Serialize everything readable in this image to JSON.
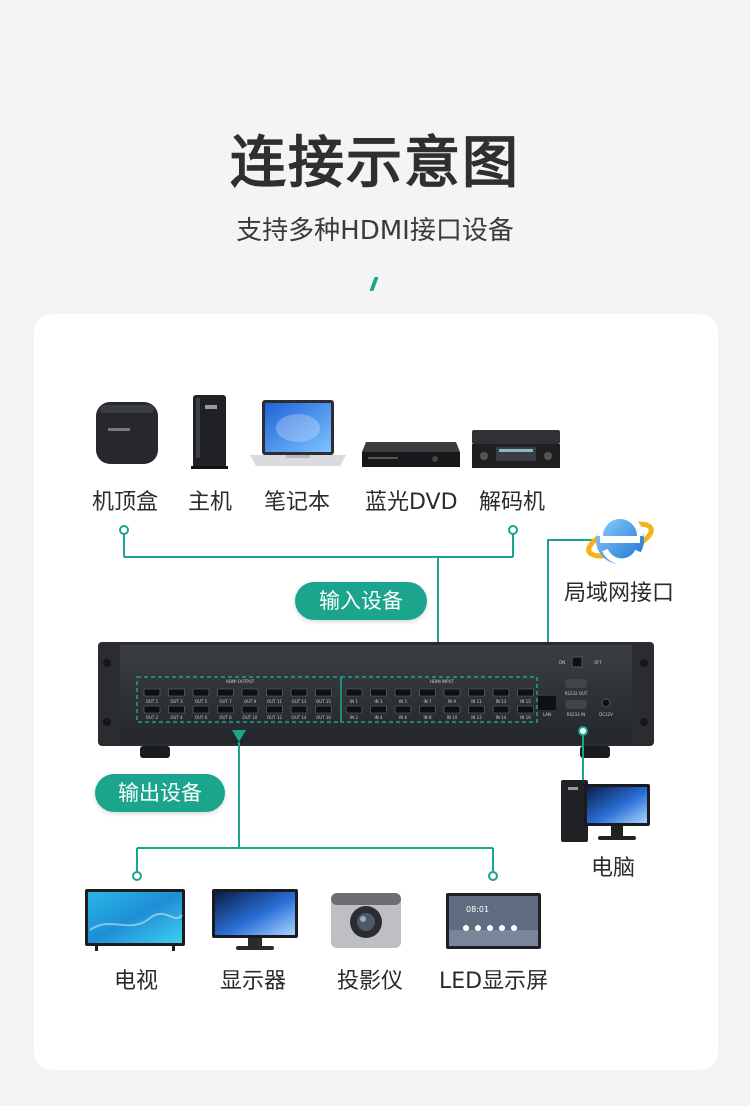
{
  "header": {
    "title": "连接示意图",
    "subtitle": "支持多种HDMI接口设备"
  },
  "input_section": {
    "badge": "输入设备",
    "devices": [
      {
        "label": "机顶盒",
        "icon": "set-top-box-icon"
      },
      {
        "label": "主机",
        "icon": "pc-tower-icon"
      },
      {
        "label": "笔记本",
        "icon": "laptop-icon"
      },
      {
        "label": "蓝光DVD",
        "icon": "bluray-player-icon"
      },
      {
        "label": "解码机",
        "icon": "decoder-icon"
      }
    ]
  },
  "lan": {
    "label": "局域网接口",
    "icon": "internet-explorer-icon"
  },
  "matrix": {
    "out_group_label": "HDMI OUTPUT",
    "in_group_label": "HDMI INPUT",
    "out_ports": [
      "OUT 1",
      "OUT 3",
      "OUT 5",
      "OUT 7",
      "OUT 9",
      "OUT 11",
      "OUT 13",
      "OUT 15",
      "OUT 2",
      "OUT 4",
      "OUT 6",
      "OUT 8",
      "OUT 10",
      "OUT 12",
      "OUT 14",
      "OUT 16"
    ],
    "in_ports": [
      "IN 1",
      "IN 3",
      "IN 5",
      "IN 7",
      "IN 9",
      "IN 11",
      "IN 13",
      "IN 15",
      "IN 2",
      "IN 4",
      "IN 6",
      "IN 8",
      "IN 10",
      "IN 12",
      "IN 14",
      "IN 16"
    ],
    "lan_port": "LAN",
    "rs232_out": "RS232 OUT",
    "rs232_in": "RS232 IN",
    "power_on": "ON",
    "power_off": "OFF",
    "dc": "DC12V"
  },
  "computer": {
    "label": "电脑",
    "icon": "desktop-computer-icon"
  },
  "output_section": {
    "badge": "输出设备",
    "devices": [
      {
        "label": "电视",
        "icon": "tv-icon"
      },
      {
        "label": "显示器",
        "icon": "monitor-icon"
      },
      {
        "label": "投影仪",
        "icon": "projector-icon"
      },
      {
        "label": "LED显示屏",
        "icon": "led-screen-icon"
      }
    ],
    "led_clock": "08:01"
  },
  "colors": {
    "accent": "#1aa58c",
    "device_dark": "#2a2d31"
  }
}
